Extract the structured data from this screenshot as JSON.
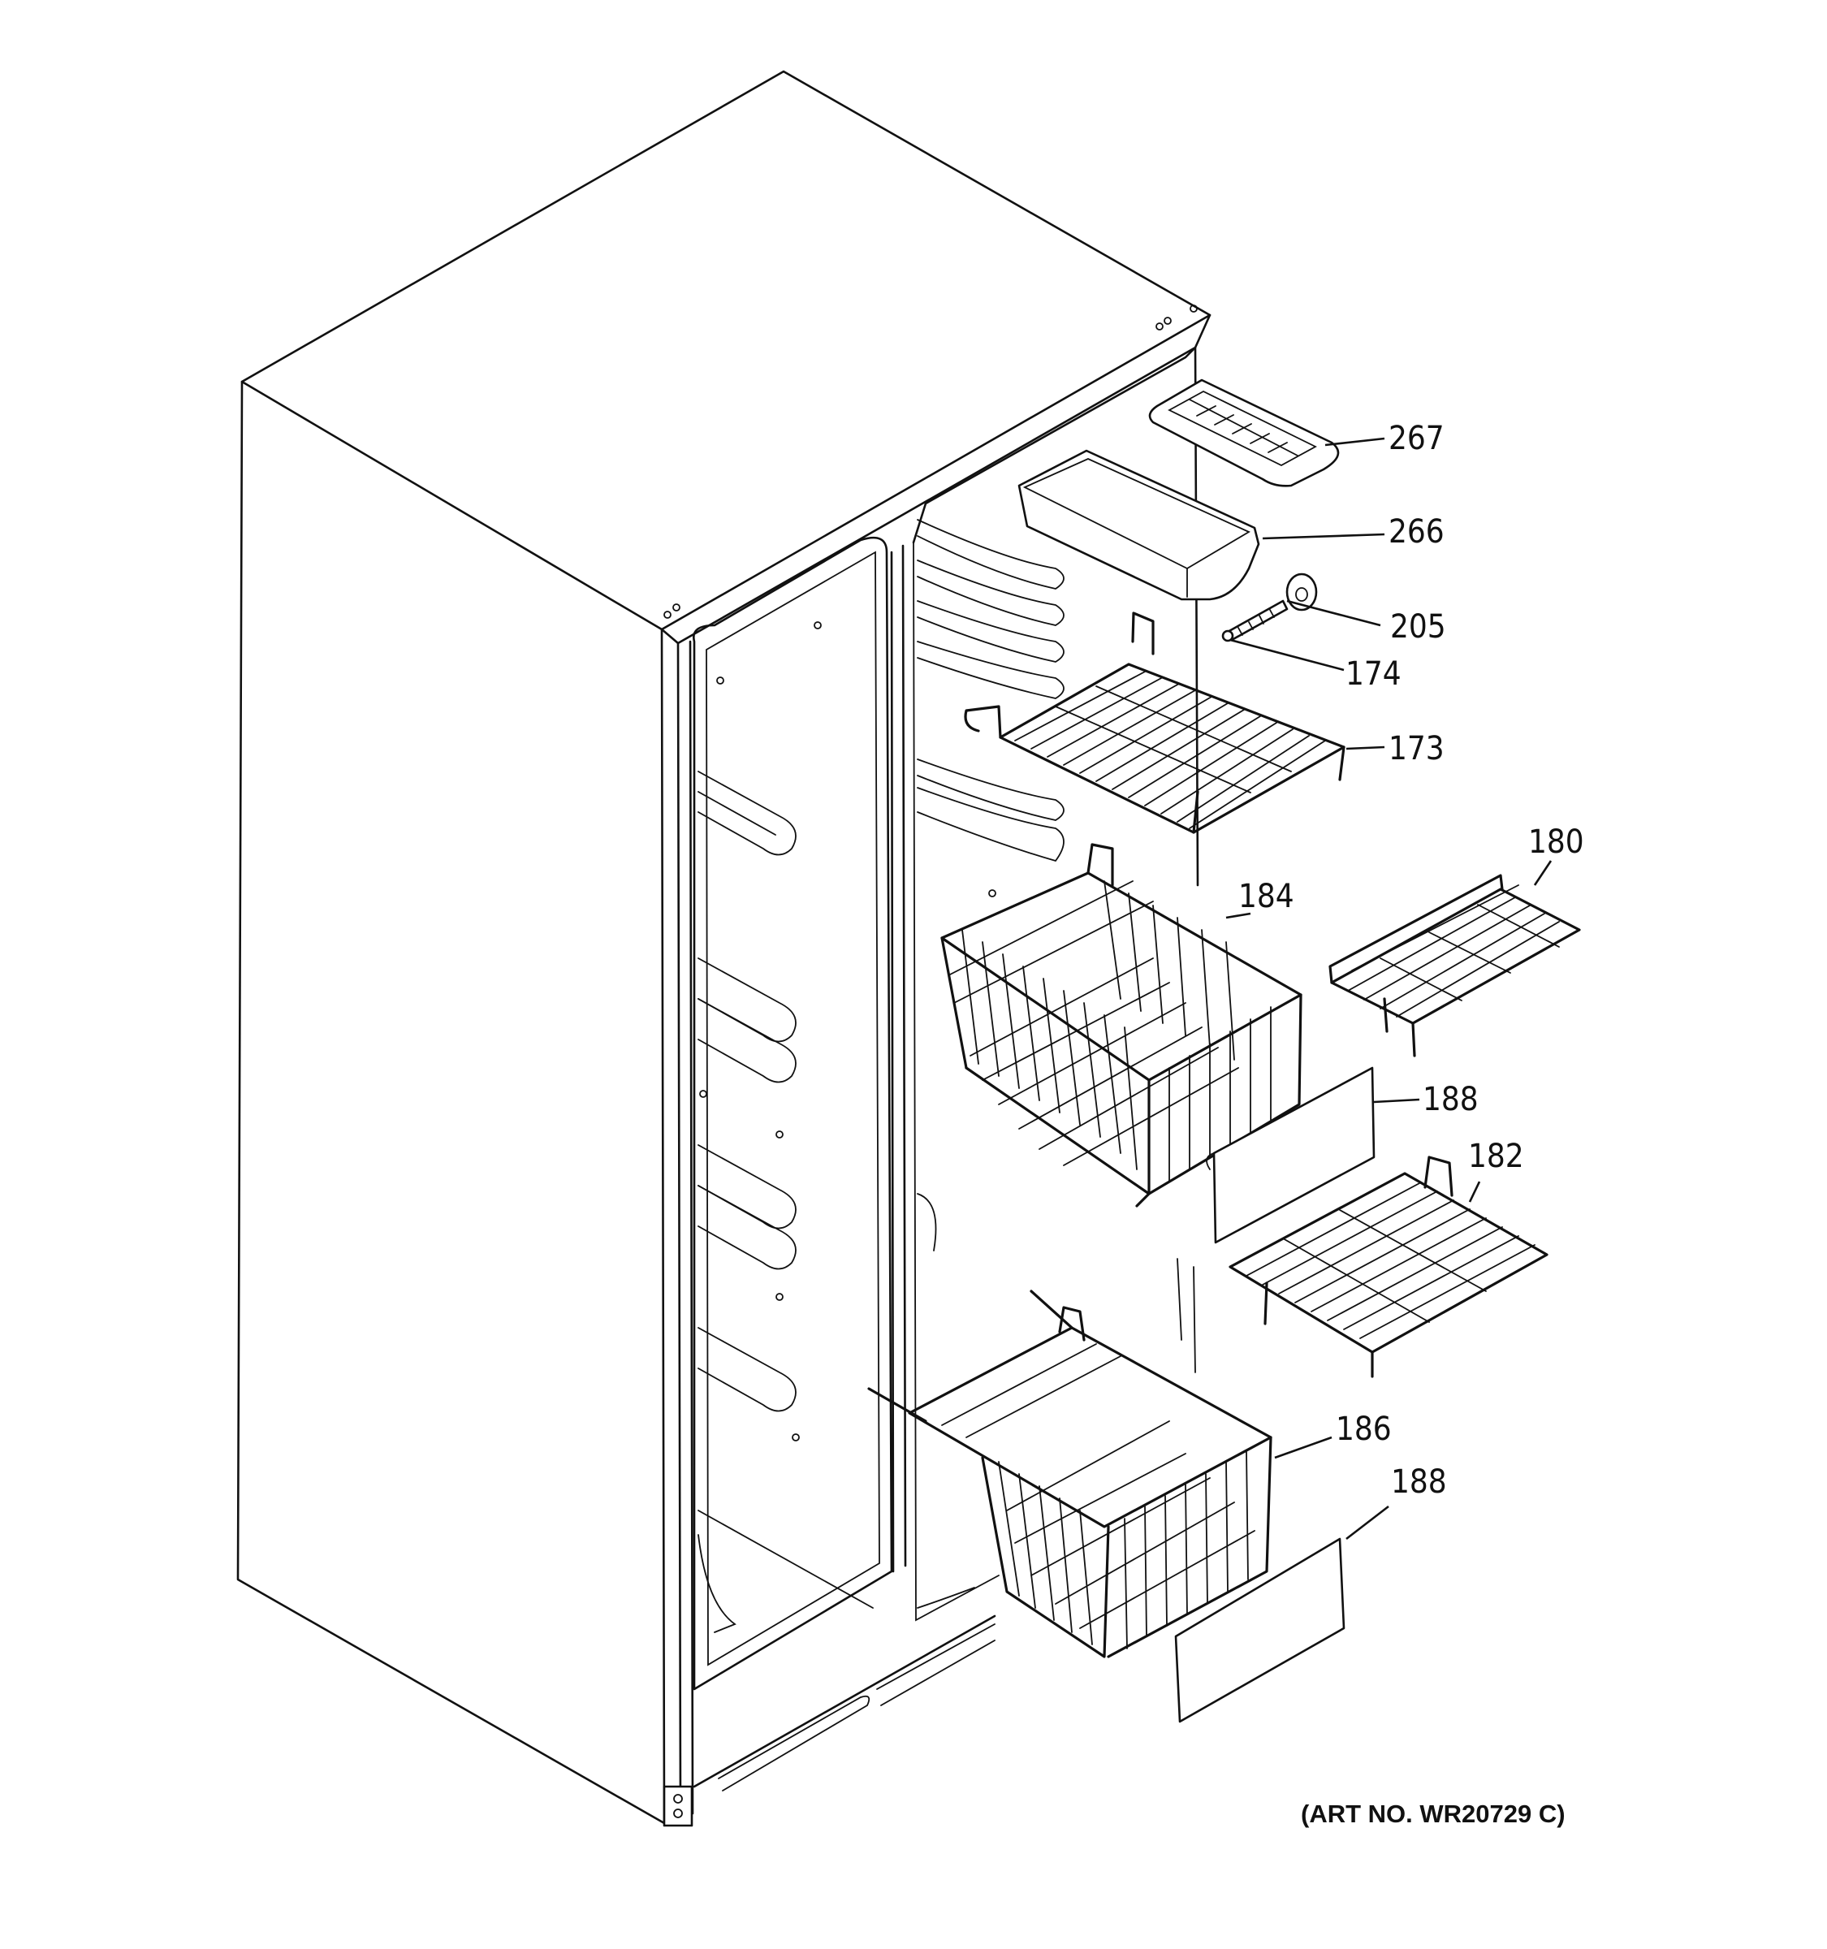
{
  "diagram": {
    "art_number": "(ART NO. WR20729 C)",
    "callouts": [
      {
        "id": "267",
        "label": "267"
      },
      {
        "id": "266",
        "label": "266"
      },
      {
        "id": "205",
        "label": "205"
      },
      {
        "id": "174",
        "label": "174"
      },
      {
        "id": "173",
        "label": "173"
      },
      {
        "id": "180",
        "label": "180"
      },
      {
        "id": "184",
        "label": "184"
      },
      {
        "id": "188a",
        "label": "188"
      },
      {
        "id": "182",
        "label": "182"
      },
      {
        "id": "186",
        "label": "186"
      },
      {
        "id": "188b",
        "label": "188"
      }
    ]
  }
}
